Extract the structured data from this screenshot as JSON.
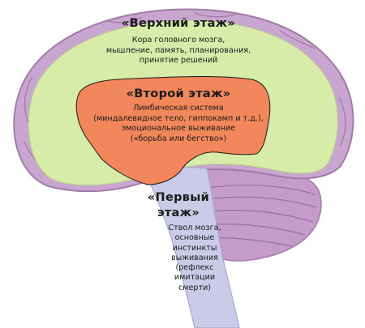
{
  "levels": {
    "top": {
      "title": "«Верхний этаж»",
      "lines": [
        "Кора головного мозга,",
        "мышление, память, планирования,",
        "принятие решений"
      ]
    },
    "second": {
      "title": "«Второй этаж»",
      "lines": [
        "Лимбическая система",
        "(миндалевидное тело, гиппокамп и т.д.),",
        "эмоциональное выживание",
        "(«борьба или бегство»)"
      ]
    },
    "first": {
      "title_lines": [
        "«Первый",
        "этаж»"
      ],
      "lines": [
        "Ствол мозга,",
        "основные",
        "инстинкты",
        "выживания",
        "(рефлекс",
        "имитации",
        "смерти)"
      ]
    }
  },
  "colors": {
    "brain_outline": "#c9a6cf",
    "brain_fold": "#a37aa9",
    "cortex": "#d6eca8",
    "limbic": "#f2875b",
    "brainstem": "#c9cbe8",
    "cerebellum": "#c49bc9"
  }
}
